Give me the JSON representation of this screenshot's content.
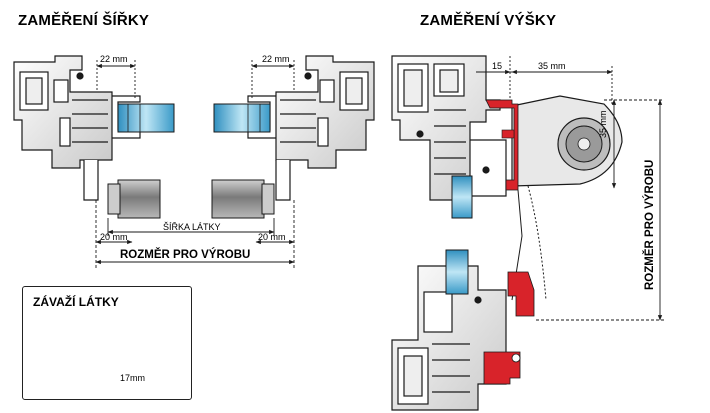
{
  "width_section": {
    "title": "ZAMĚŘENÍ ŠÍŘKY",
    "left_gap": "22 mm",
    "right_gap": "22 mm",
    "fabric_width_label": "ŠÍŘKA LÁTKY",
    "left_offset": "20 mm",
    "right_offset": "20 mm",
    "production_dimension": "ROZMĚR PRO VÝROBU"
  },
  "height_section": {
    "title": "ZAMĚŘENÍ VÝŠKY",
    "top_gap": "15",
    "head_width": "35 mm",
    "head_height": "35 mm",
    "production_dimension": "ROZMĚR PRO VÝROBU"
  },
  "weight_inset": {
    "title": "ZÁVAŽÍ LÁTKY",
    "width": "17mm"
  },
  "colors": {
    "line": "#1a1a1a",
    "glass": "#5fb3d6",
    "clip_red": "#d8232a",
    "cylinder": "#9a9a9a",
    "head_fill": "#e8e8e8"
  }
}
